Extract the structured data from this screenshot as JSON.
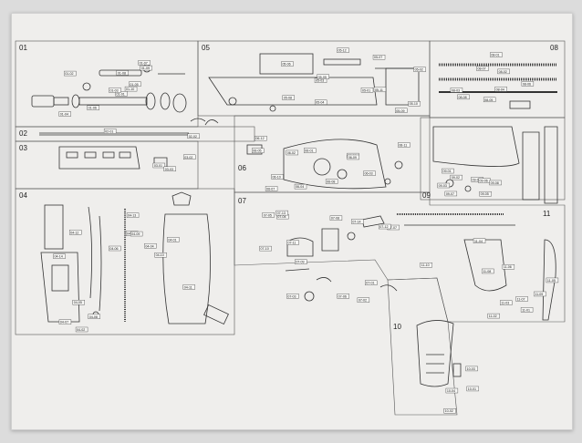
{
  "sections": [
    {
      "id": "01",
      "label": "01"
    },
    {
      "id": "02",
      "label": "02"
    },
    {
      "id": "03",
      "label": "03"
    },
    {
      "id": "04",
      "label": "04"
    },
    {
      "id": "05",
      "label": "05"
    },
    {
      "id": "06",
      "label": "06"
    },
    {
      "id": "07",
      "label": "07"
    },
    {
      "id": "08",
      "label": "08"
    },
    {
      "id": "09",
      "label": "09"
    },
    {
      "id": "10",
      "label": "10"
    },
    {
      "id": "11",
      "label": "11"
    }
  ],
  "part_tags": [
    "01-01",
    "01-02",
    "01-03",
    "01-04",
    "01-05",
    "01-06",
    "01-07",
    "01-08",
    "01-09",
    "01-10",
    "02-01",
    "02-02",
    "03-01",
    "03-02",
    "03-03",
    "04-01",
    "04-02",
    "04-03",
    "04-04",
    "04-05",
    "04-06",
    "04-07",
    "04-08",
    "04-09",
    "04-10",
    "04-11",
    "04-12",
    "04-13",
    "04-14",
    "05-01",
    "05-02",
    "05-03",
    "05-04",
    "05-05",
    "05-06",
    "05-07",
    "05-08",
    "05-09",
    "05-10",
    "05-11",
    "05-12",
    "06-01",
    "06-02",
    "06-03",
    "06-04",
    "06-05",
    "06-06",
    "06-07",
    "06-08",
    "06-09",
    "06-10",
    "06-11",
    "06-12",
    "07-01",
    "07-02",
    "07-03",
    "07-04",
    "07-05",
    "07-06",
    "07-07",
    "07-08",
    "07-09",
    "07-10",
    "07-11",
    "07-12",
    "07-13",
    "07-14",
    "08-01",
    "08-02",
    "08-03",
    "08-04",
    "08-05",
    "08-06",
    "08-07",
    "08-08",
    "09-01",
    "09-02",
    "09-03",
    "09-04",
    "09-05",
    "09-06",
    "09-07",
    "09-08",
    "10-01",
    "10-02",
    "10-03",
    "10-04",
    "11-01",
    "11-02",
    "11-03",
    "11-04",
    "11-05",
    "11-06",
    "11-07",
    "11-08",
    "11-09",
    "11-10"
  ]
}
